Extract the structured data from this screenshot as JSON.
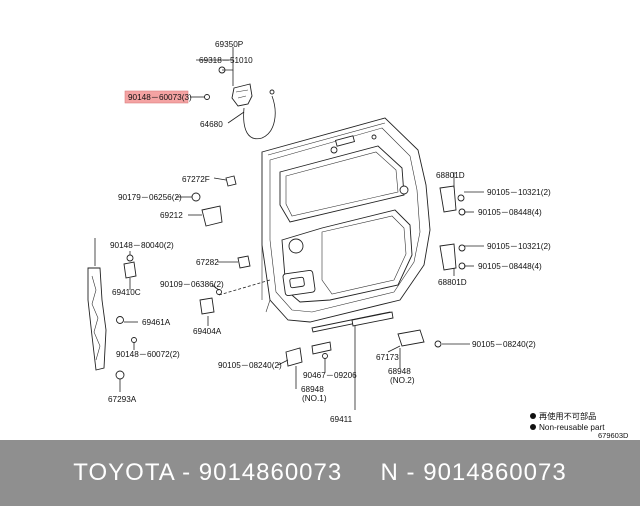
{
  "highlight_color": "#f4a3a3",
  "labels": {
    "p69350P": "69350P",
    "p69318": "69318－51010",
    "p90148_60073": "90148－60073(3)",
    "p64680": "64680",
    "p67272F": "67272F",
    "p90179": "90179－06256(2)",
    "p69212": "69212",
    "p90148_80040": "90148－80040(2)",
    "p67282": "67282",
    "p69410C": "69410C",
    "p90109": "90109－06386(2)",
    "p69461A": "69461A",
    "p69404A": "69404A",
    "p90148_60072": "90148－60072(2)",
    "p67293A": "67293A",
    "p90105_08240_left": "90105－08240(2)",
    "p90467": "90467－09206",
    "p68948_no1": "68948",
    "no1": "(NO.1)",
    "p69411": "69411",
    "p67173": "67173",
    "p68948_no2": "68948",
    "no2": "(NO.2)",
    "p90105_08240_right": "90105－08240(2)",
    "p68801D_top": "68801D",
    "p90105_10321_top": "90105－10321(2)",
    "p90105_08448_top": "90105－08448(4)",
    "p90105_10321_bot": "90105－10321(2)",
    "p90105_08448_bot": "90105－08448(4)",
    "p68801D_bot": "68801D"
  },
  "legend": {
    "reuse": "再使用不可部品",
    "nonreuse": "Non-reusable part"
  },
  "diagram_code": "679603D",
  "footer": {
    "text": "TOYOTA - 9014860073     N - 9014860073"
  }
}
